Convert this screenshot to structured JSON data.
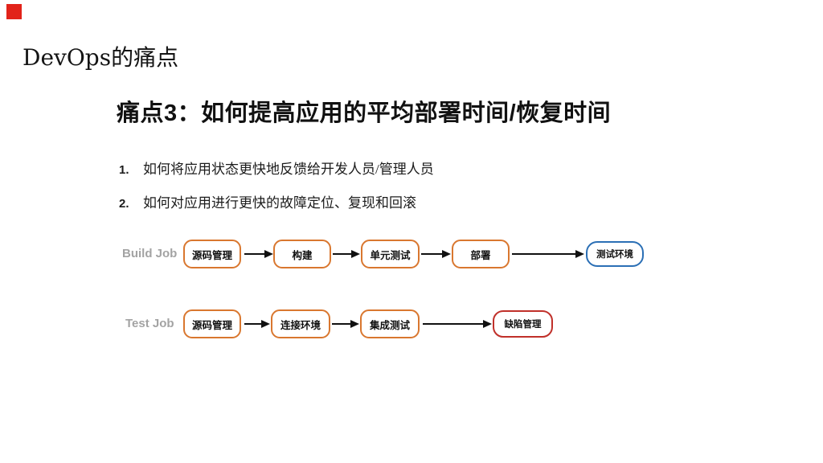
{
  "slide": {
    "title": "DevOps的痛点",
    "heading": "痛点3：如何提高应用的平均部署时间/恢复时间",
    "list": [
      {
        "num": "1.",
        "text": "如何将应用状态更快地反馈给开发人员/管理人员"
      },
      {
        "num": "2.",
        "text": "如何对应用进行更快的故障定位、复现和回滚"
      }
    ]
  },
  "diagram": {
    "rows": [
      {
        "label": "Build Job",
        "nodes": [
          {
            "label": "源码管理",
            "type": "orange"
          },
          {
            "label": "构建",
            "type": "orange"
          },
          {
            "label": "单元测试",
            "type": "orange"
          },
          {
            "label": "部署",
            "type": "orange"
          },
          {
            "label": "测试环境",
            "type": "blue"
          }
        ]
      },
      {
        "label": "Test Job",
        "nodes": [
          {
            "label": "源码管理",
            "type": "orange"
          },
          {
            "label": "连接环境",
            "type": "orange"
          },
          {
            "label": "集成测试",
            "type": "orange"
          },
          {
            "label": "缺陷管理",
            "type": "red"
          }
        ]
      }
    ]
  },
  "colors": {
    "accent_red_square": "#e2231a",
    "node_orange_border": "#d9772f",
    "node_blue_border": "#2b6fb5",
    "node_red_border": "#c0302a",
    "row_label_gray": "#a3a3a3",
    "arrow_black": "#111111"
  }
}
